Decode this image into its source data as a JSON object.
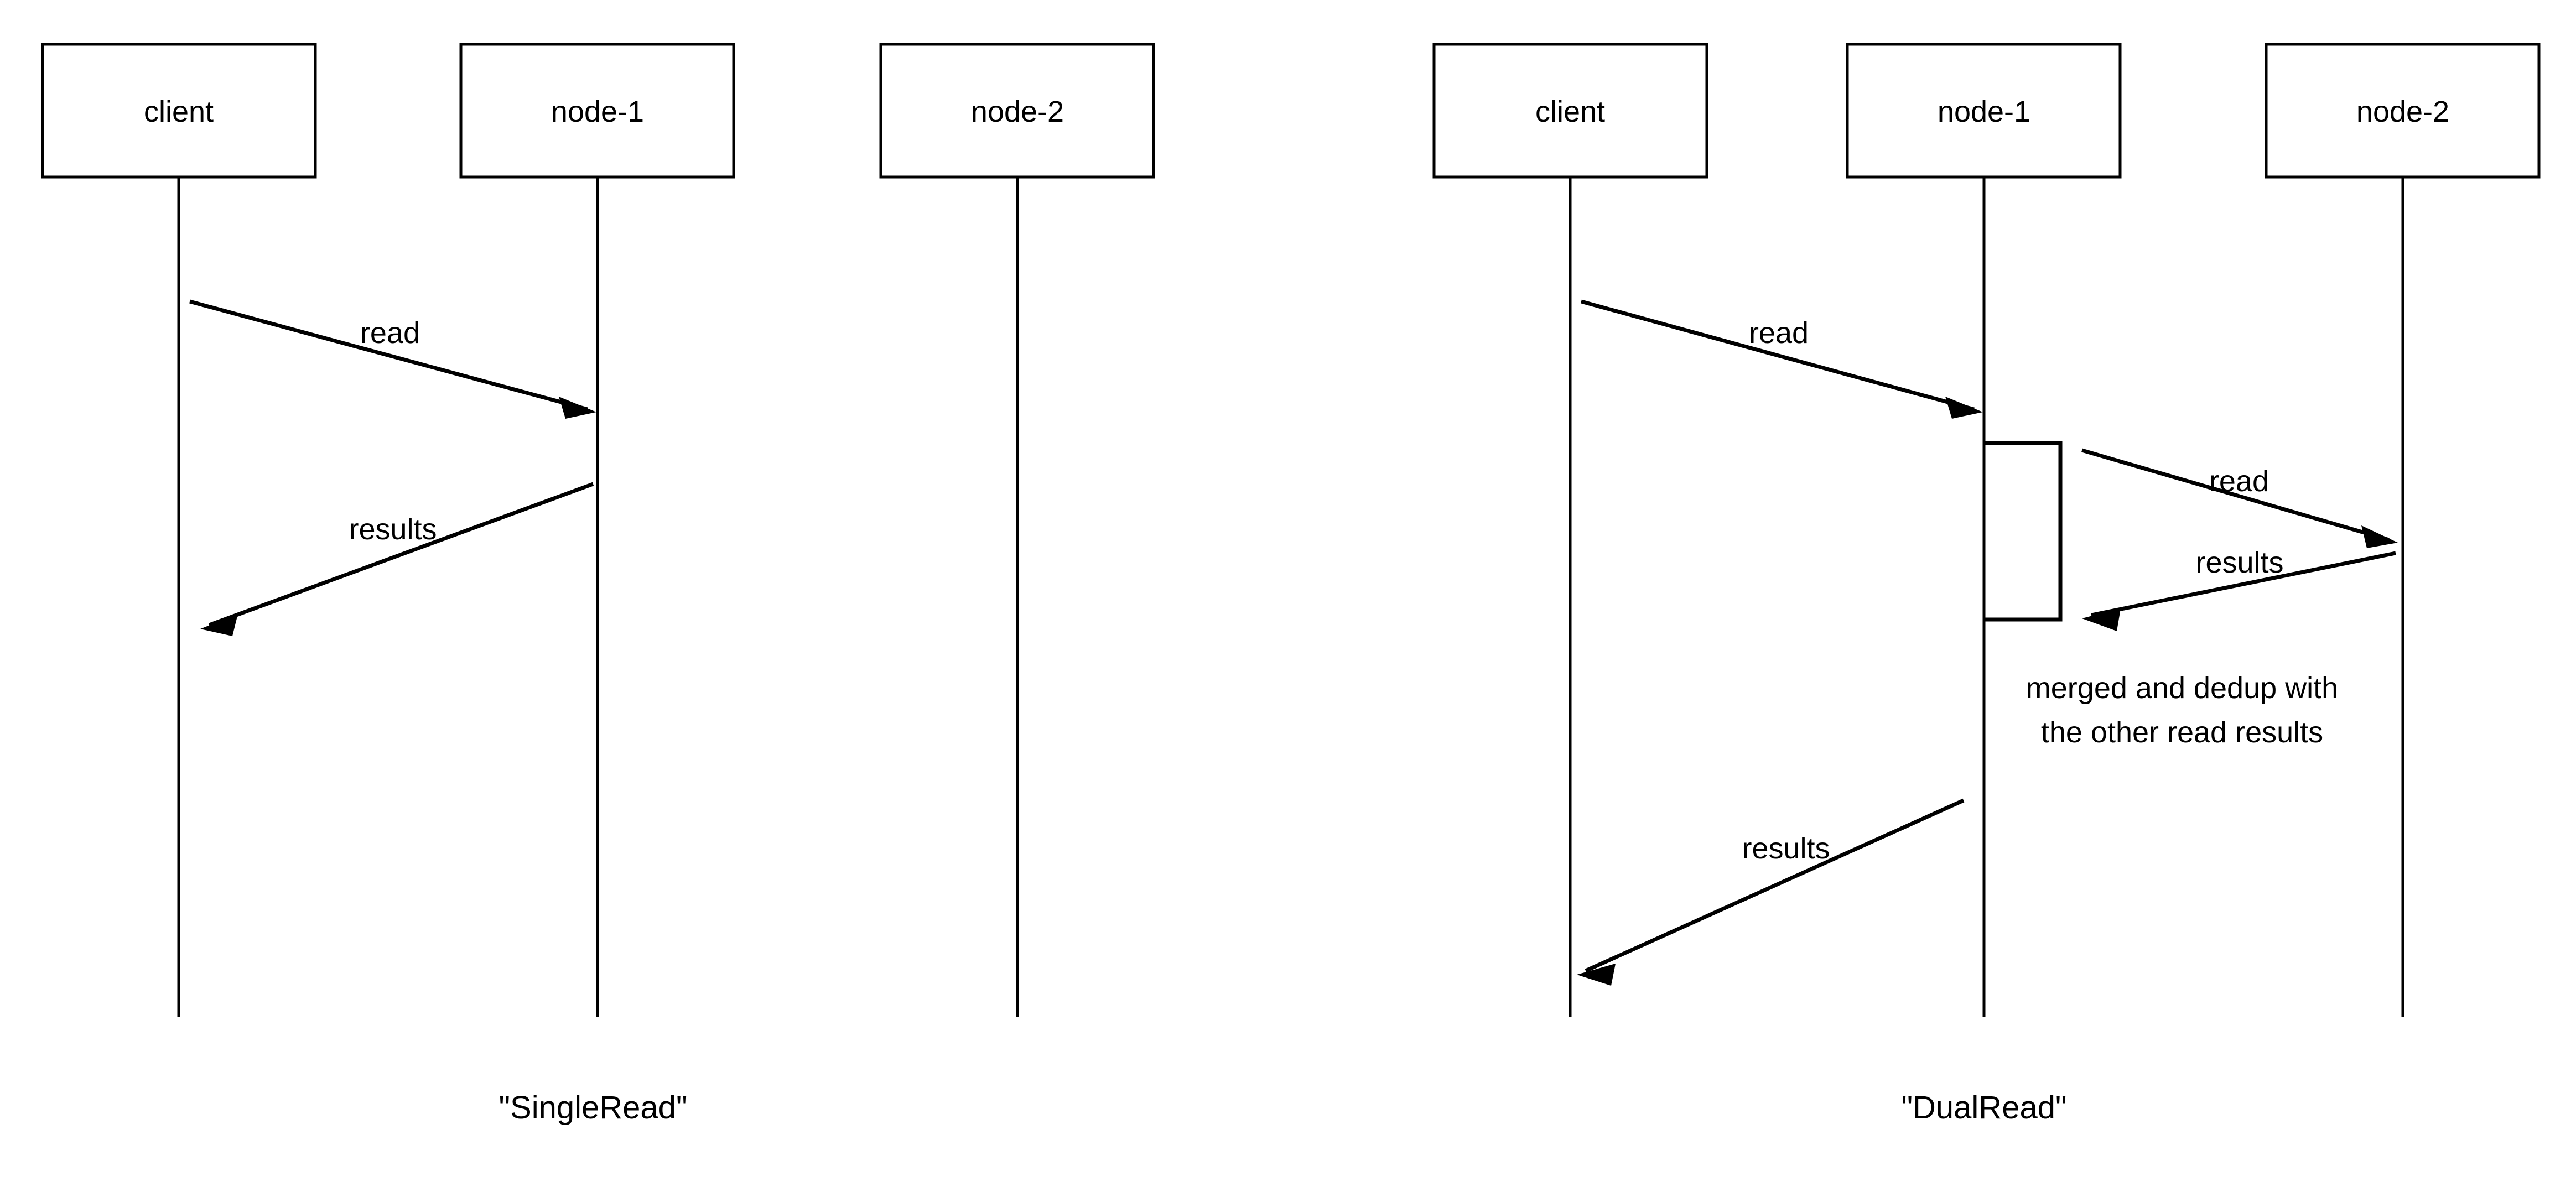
{
  "figure": {
    "background_color": "#ffffff",
    "stroke_color": "#000000",
    "diagrams": [
      {
        "id": "single-read",
        "caption": "\"SingleRead\"",
        "participants": [
          {
            "id": "client",
            "label": "client"
          },
          {
            "id": "node-1",
            "label": "node-1"
          },
          {
            "id": "node-2",
            "label": "node-2"
          }
        ],
        "messages": [
          {
            "id": "m1",
            "label": "read",
            "from": "client",
            "to": "node-1",
            "direction": "right"
          },
          {
            "id": "m2",
            "label": "results",
            "from": "node-1",
            "to": "client",
            "direction": "left"
          }
        ],
        "activations": [],
        "notes": []
      },
      {
        "id": "dual-read",
        "caption": "\"DualRead\"",
        "participants": [
          {
            "id": "client",
            "label": "client"
          },
          {
            "id": "node-1",
            "label": "node-1"
          },
          {
            "id": "node-2",
            "label": "node-2"
          }
        ],
        "messages": [
          {
            "id": "m1",
            "label": "read",
            "from": "client",
            "to": "node-1",
            "direction": "right"
          },
          {
            "id": "m2",
            "label": "read",
            "from": "node-1",
            "to": "node-2",
            "direction": "right"
          },
          {
            "id": "m3",
            "label": "results",
            "from": "node-2",
            "to": "node-1",
            "direction": "left"
          },
          {
            "id": "m4",
            "label": "results",
            "from": "node-1",
            "to": "client",
            "direction": "left"
          }
        ],
        "activations": [
          {
            "id": "a1",
            "on": "node-1"
          }
        ],
        "notes": [
          {
            "id": "n1",
            "lines": [
              "merged and dedup with",
              "the other read results"
            ]
          }
        ]
      }
    ]
  }
}
